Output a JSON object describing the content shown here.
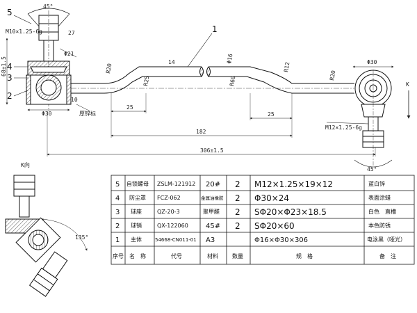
{
  "drawing": {
    "top_left": {
      "angle": "45°",
      "thread": "M10×1.25-6g",
      "height": "68±1.5",
      "wrench": "27",
      "dia_top": "Φ21",
      "dia_bottom": "Φ30",
      "small_dim": "10",
      "note": "厚锌标"
    },
    "rod": {
      "r1": "R20",
      "r2": "R20",
      "r3": "R12",
      "r4": "R60",
      "small": "R25",
      "dim1": "14",
      "dim2": "Φ16",
      "seg_left": "25",
      "seg_right": "25",
      "len_inner": "182",
      "len_total": "306±1.5"
    },
    "right_end": {
      "dia": "Φ30",
      "thread": "M12×1.25-6g",
      "angle": "45°",
      "view_k": "K"
    },
    "detail": {
      "view": "K向",
      "angle": "135°"
    },
    "balloons": [
      "1",
      "2",
      "3",
      "4",
      "5"
    ]
  },
  "parts_table": {
    "rows": [
      {
        "no": "5",
        "name": "自锁螺母",
        "code": "ZSLM-121912",
        "material": "20#",
        "qty": "2",
        "spec": "M12×1.25×19×12",
        "note": "蓝白锌"
      },
      {
        "no": "4",
        "name": "防尘罩",
        "code": "FCZ-062",
        "material": "金属油橡胶",
        "qty": "2",
        "spec": "Φ30×24",
        "note": "表面涂蜡"
      },
      {
        "no": "3",
        "name": "球座",
        "code": "QZ-20-3",
        "material": "聚甲醛",
        "qty": "2",
        "spec": "SΦ20×Φ23×18.5",
        "note": "白色　直槽"
      },
      {
        "no": "2",
        "name": "球销",
        "code": "QX-122060",
        "material": "45#",
        "qty": "2",
        "spec": "SΦ20×60",
        "note": "本色防锈"
      },
      {
        "no": "1",
        "name": "主体",
        "code": "54668-CN011-01",
        "material": "A3",
        "qty": "",
        "spec": "Φ16×Φ30×306",
        "note": "电泳黑（哑光）"
      }
    ],
    "header": {
      "no": "序号",
      "name": "名　称",
      "code": "代号",
      "material": "材料",
      "qty": "数量",
      "spec": "规　格",
      "note": "备　注"
    }
  }
}
